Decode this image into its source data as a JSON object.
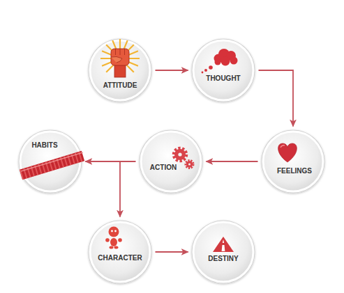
{
  "diagram": {
    "nodes": [
      {
        "text": [
          "ATTITUDE"
        ]
      },
      {
        "text": [
          "THOUGHT"
        ]
      },
      {
        "text": [
          "FEELINGS"
        ]
      },
      {
        "text": [
          "ACTION"
        ]
      },
      {
        "text": [
          "HABITS"
        ]
      },
      {
        "text": [
          "CHARACTER"
        ]
      },
      {
        "text": [
          "DESTINY"
        ]
      }
    ],
    "edges": [
      {
        "from": 0,
        "to": 1,
        "arrow": "to"
      },
      {
        "from": 1,
        "to": 2,
        "arrow": "to"
      },
      {
        "from": 2,
        "to": 3,
        "arrow": "to"
      },
      {
        "from": 3,
        "to": 4,
        "arrow": "to"
      },
      {
        "from": 4,
        "to": 5,
        "arrow": "to"
      },
      {
        "from": 5,
        "to": 6,
        "arrow": "to"
      }
    ]
  }
}
